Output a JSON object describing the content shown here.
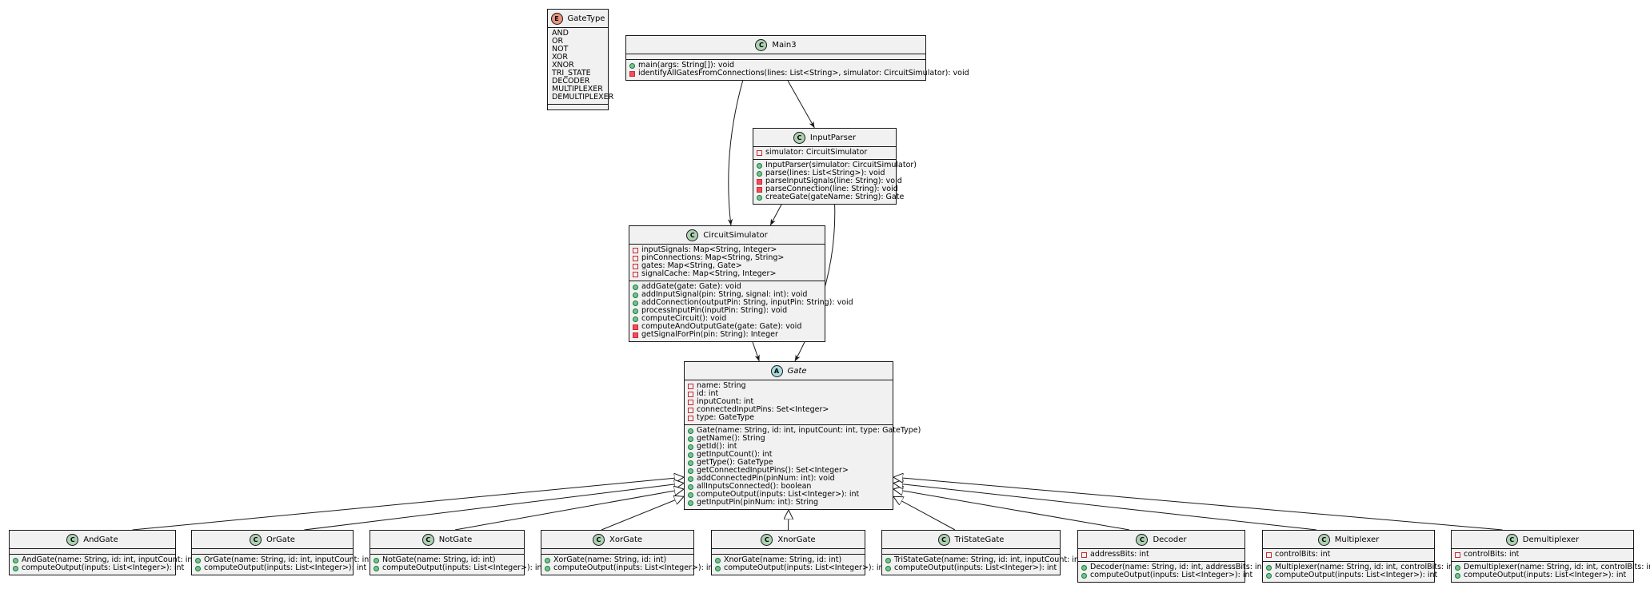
{
  "diagram": {
    "classes": {
      "gatetype": {
        "kind": "E",
        "name": "GateType",
        "fields": [],
        "methods": [],
        "values": [
          "AND",
          "OR",
          "NOT",
          "XOR",
          "XNOR",
          "TRI_STATE",
          "DECODER",
          "MULTIPLEXER",
          "DEMULTIPLEXER"
        ]
      },
      "main3": {
        "kind": "C",
        "name": "Main3",
        "fields": [],
        "methods": [
          {
            "vis": "pub",
            "text": "main(args: String[]): void"
          },
          {
            "vis": "priv",
            "text": "identifyAllGatesFromConnections(lines: List<String>, simulator: CircuitSimulator): void"
          }
        ]
      },
      "inputparser": {
        "kind": "C",
        "name": "InputParser",
        "fields": [
          {
            "vis": "privo",
            "text": "simulator: CircuitSimulator"
          }
        ],
        "methods": [
          {
            "vis": "pub",
            "text": "InputParser(simulator: CircuitSimulator)"
          },
          {
            "vis": "pub",
            "text": "parse(lines: List<String>): void"
          },
          {
            "vis": "priv",
            "text": "parseInputSignals(line: String): void"
          },
          {
            "vis": "priv",
            "text": "parseConnection(line: String): void"
          },
          {
            "vis": "pub",
            "text": "createGate(gateName: String): Gate"
          }
        ]
      },
      "circuitsimulator": {
        "kind": "C",
        "name": "CircuitSimulator",
        "fields": [
          {
            "vis": "privo",
            "text": "inputSignals: Map<String, Integer>"
          },
          {
            "vis": "privo",
            "text": "pinConnections: Map<String, String>"
          },
          {
            "vis": "privo",
            "text": "gates: Map<String, Gate>"
          },
          {
            "vis": "privo",
            "text": "signalCache: Map<String, Integer>"
          }
        ],
        "methods": [
          {
            "vis": "pub",
            "text": "addGate(gate: Gate): void"
          },
          {
            "vis": "pub",
            "text": "addInputSignal(pin: String, signal: int): void"
          },
          {
            "vis": "pub",
            "text": "addConnection(outputPin: String, inputPin: String): void"
          },
          {
            "vis": "pub",
            "text": "processInputPin(inputPin: String): void"
          },
          {
            "vis": "pub",
            "text": "computeCircuit(): void"
          },
          {
            "vis": "priv",
            "text": "computeAndOutputGate(gate: Gate): void"
          },
          {
            "vis": "priv",
            "text": "getSignalForPin(pin: String): Integer"
          }
        ]
      },
      "gate": {
        "kind": "A",
        "name": "Gate",
        "fields": [
          {
            "vis": "privo",
            "text": "name: String"
          },
          {
            "vis": "privo",
            "text": "id: int"
          },
          {
            "vis": "privo",
            "text": "inputCount: int"
          },
          {
            "vis": "privo",
            "text": "connectedInputPins: Set<Integer>"
          },
          {
            "vis": "privo",
            "text": "type: GateType"
          }
        ],
        "methods": [
          {
            "vis": "pub",
            "text": "Gate(name: String, id: int, inputCount: int, type: GateType)"
          },
          {
            "vis": "pub",
            "text": "getName(): String"
          },
          {
            "vis": "pub",
            "text": "getId(): int"
          },
          {
            "vis": "pub",
            "text": "getInputCount(): int"
          },
          {
            "vis": "pub",
            "text": "getType(): GateType"
          },
          {
            "vis": "pub",
            "text": "getConnectedInputPins(): Set<Integer>"
          },
          {
            "vis": "pub",
            "text": "addConnectedPin(pinNum: int): void"
          },
          {
            "vis": "pub",
            "text": "allInputsConnected(): boolean"
          },
          {
            "vis": "pub",
            "text": "computeOutput(inputs: List<Integer>): int"
          },
          {
            "vis": "pub",
            "text": "getInputPin(pinNum: int): String"
          }
        ]
      },
      "andgate": {
        "kind": "C",
        "name": "AndGate",
        "fields": [],
        "methods": [
          {
            "vis": "pub",
            "text": "AndGate(name: String, id: int, inputCount: int)"
          },
          {
            "vis": "pub",
            "text": "computeOutput(inputs: List<Integer>): int"
          }
        ]
      },
      "orgate": {
        "kind": "C",
        "name": "OrGate",
        "fields": [],
        "methods": [
          {
            "vis": "pub",
            "text": "OrGate(name: String, id: int, inputCount: int)"
          },
          {
            "vis": "pub",
            "text": "computeOutput(inputs: List<Integer>): int"
          }
        ]
      },
      "notgate": {
        "kind": "C",
        "name": "NotGate",
        "fields": [],
        "methods": [
          {
            "vis": "pub",
            "text": "NotGate(name: String, id: int)"
          },
          {
            "vis": "pub",
            "text": "computeOutput(inputs: List<Integer>): int"
          }
        ]
      },
      "xorgate": {
        "kind": "C",
        "name": "XorGate",
        "fields": [],
        "methods": [
          {
            "vis": "pub",
            "text": "XorGate(name: String, id: int)"
          },
          {
            "vis": "pub",
            "text": "computeOutput(inputs: List<Integer>): int"
          }
        ]
      },
      "xnorgate": {
        "kind": "C",
        "name": "XnorGate",
        "fields": [],
        "methods": [
          {
            "vis": "pub",
            "text": "XnorGate(name: String, id: int)"
          },
          {
            "vis": "pub",
            "text": "computeOutput(inputs: List<Integer>): int"
          }
        ]
      },
      "tristategate": {
        "kind": "C",
        "name": "TriStateGate",
        "fields": [],
        "methods": [
          {
            "vis": "pub",
            "text": "TriStateGate(name: String, id: int, inputCount: int)"
          },
          {
            "vis": "pub",
            "text": "computeOutput(inputs: List<Integer>): int"
          }
        ]
      },
      "decoder": {
        "kind": "C",
        "name": "Decoder",
        "fields": [
          {
            "vis": "privo",
            "text": "addressBits: int"
          }
        ],
        "methods": [
          {
            "vis": "pub",
            "text": "Decoder(name: String, id: int, addressBits: int)"
          },
          {
            "vis": "pub",
            "text": "computeOutput(inputs: List<Integer>): int"
          }
        ]
      },
      "multiplexer": {
        "kind": "C",
        "name": "Multiplexer",
        "fields": [
          {
            "vis": "privo",
            "text": "controlBits: int"
          }
        ],
        "methods": [
          {
            "vis": "pub",
            "text": "Multiplexer(name: String, id: int, controlBits: int)"
          },
          {
            "vis": "pub",
            "text": "computeOutput(inputs: List<Integer>): int"
          }
        ]
      },
      "demultiplexer": {
        "kind": "C",
        "name": "Demultiplexer",
        "fields": [
          {
            "vis": "privo",
            "text": "controlBits: int"
          }
        ],
        "methods": [
          {
            "vis": "pub",
            "text": "Demultiplexer(name: String, id: int, controlBits: int)"
          },
          {
            "vis": "pub",
            "text": "computeOutput(inputs: List<Integer>): int"
          }
        ]
      }
    },
    "relations": [
      {
        "from": "main3",
        "to": "circuitsimulator",
        "type": "association"
      },
      {
        "from": "main3",
        "to": "inputparser",
        "type": "association"
      },
      {
        "from": "inputparser",
        "to": "circuitsimulator",
        "type": "association"
      },
      {
        "from": "inputparser",
        "to": "gate",
        "type": "association"
      },
      {
        "from": "circuitsimulator",
        "to": "gate",
        "type": "association"
      },
      {
        "from": "andgate",
        "to": "gate",
        "type": "inheritance"
      },
      {
        "from": "orgate",
        "to": "gate",
        "type": "inheritance"
      },
      {
        "from": "notgate",
        "to": "gate",
        "type": "inheritance"
      },
      {
        "from": "xorgate",
        "to": "gate",
        "type": "inheritance"
      },
      {
        "from": "xnorgate",
        "to": "gate",
        "type": "inheritance"
      },
      {
        "from": "tristategate",
        "to": "gate",
        "type": "inheritance"
      },
      {
        "from": "decoder",
        "to": "gate",
        "type": "inheritance"
      },
      {
        "from": "multiplexer",
        "to": "gate",
        "type": "inheritance"
      },
      {
        "from": "demultiplexer",
        "to": "gate",
        "type": "inheritance"
      }
    ],
    "colors": {
      "box_fill": "#f1f1f1",
      "border": "#181818",
      "class_badge": "#add1b2",
      "abstract_badge": "#a9dcdf",
      "enum_badge": "#eb937f",
      "public": "#84be84",
      "private": "#c82930"
    }
  }
}
